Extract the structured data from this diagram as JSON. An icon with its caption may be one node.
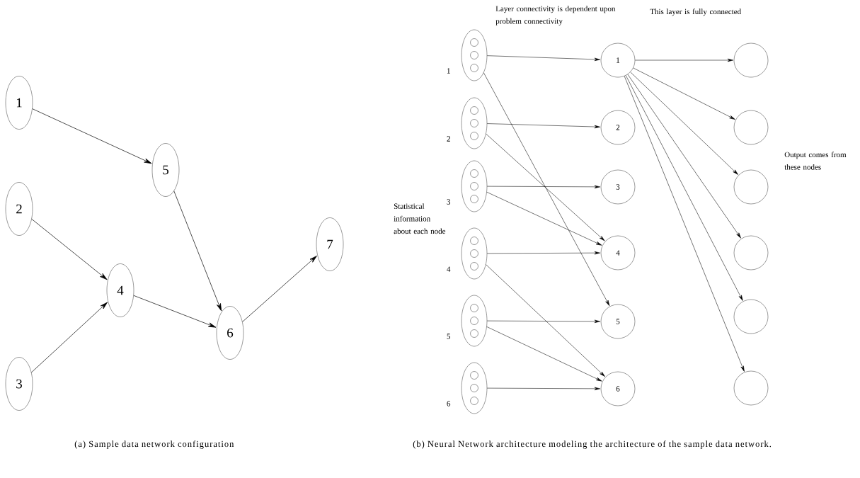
{
  "diagram": {
    "nodes": [
      {
        "text": [
          "1"
        ]
      },
      {
        "text": [
          "2"
        ]
      },
      {
        "text": [
          "3"
        ]
      },
      {
        "text": [
          "4"
        ]
      },
      {
        "text": [
          "5"
        ]
      },
      {
        "text": [
          "6"
        ]
      },
      {
        "text": [
          "7"
        ]
      },
      {
        "text": [],
        "shape": "ellipse",
        "beside": [
          "1"
        ]
      },
      {
        "text": [],
        "shape": "ellipse",
        "beside": [
          "2"
        ]
      },
      {
        "text": [],
        "shape": "ellipse",
        "beside": [
          "3"
        ]
      },
      {
        "text": [],
        "shape": "ellipse",
        "beside": [
          "4"
        ]
      },
      {
        "text": [],
        "shape": "ellipse",
        "beside": [
          "5"
        ]
      },
      {
        "text": [],
        "shape": "ellipse",
        "beside": [
          "6"
        ]
      },
      {
        "text": [
          "1"
        ]
      },
      {
        "text": [
          "2"
        ]
      },
      {
        "text": [
          "3"
        ]
      },
      {
        "text": [
          "4"
        ]
      },
      {
        "text": [
          "5"
        ]
      },
      {
        "text": [
          "6"
        ]
      },
      {
        "text": [],
        "shape": "circle"
      },
      {
        "text": [],
        "shape": "circle"
      },
      {
        "text": [],
        "shape": "circle"
      },
      {
        "text": [],
        "shape": "circle"
      },
      {
        "text": [],
        "shape": "circle"
      },
      {
        "text": [],
        "shape": "circle"
      }
    ],
    "edges": [
      {
        "from": 0,
        "to": 4,
        "arrow": "to"
      },
      {
        "from": 4,
        "to": 5,
        "arrow": "to"
      },
      {
        "from": 1,
        "to": 3,
        "arrow": "to"
      },
      {
        "from": 2,
        "to": 3,
        "arrow": "to"
      },
      {
        "from": 3,
        "to": 5,
        "arrow": "to"
      },
      {
        "from": 5,
        "to": 6,
        "arrow": "to"
      },
      {
        "from": 7,
        "to": 13,
        "arrow": "to"
      },
      {
        "from": 7,
        "to": 17,
        "arrow": "to"
      },
      {
        "from": 8,
        "to": 14,
        "arrow": "to"
      },
      {
        "from": 8,
        "to": 16,
        "arrow": "to"
      },
      {
        "from": 9,
        "to": 15,
        "arrow": "to"
      },
      {
        "from": 9,
        "to": 16,
        "arrow": "to"
      },
      {
        "from": 10,
        "to": 16,
        "arrow": "to"
      },
      {
        "from": 10,
        "to": 18,
        "arrow": "to"
      },
      {
        "from": 11,
        "to": 17,
        "arrow": "to"
      },
      {
        "from": 11,
        "to": 18,
        "arrow": "to"
      },
      {
        "from": 12,
        "to": 18,
        "arrow": "to"
      },
      {
        "from": 13,
        "to": 19,
        "arrow": "to"
      },
      {
        "from": 13,
        "to": 20,
        "arrow": "to"
      },
      {
        "from": 13,
        "to": 21,
        "arrow": "to"
      },
      {
        "from": 13,
        "to": 22,
        "arrow": "to"
      },
      {
        "from": 13,
        "to": 23,
        "arrow": "to"
      },
      {
        "from": 13,
        "to": 24,
        "arrow": "to"
      }
    ],
    "labels": [
      "Layer connectivity is dependent upon problem connectivity",
      "This layer is fully connected",
      "Output comes from these nodes",
      "Statistical information about each node",
      "(a) Sample data network configuration",
      "(b) Neural Network architecture modeling the architecture of the sample data network."
    ]
  }
}
